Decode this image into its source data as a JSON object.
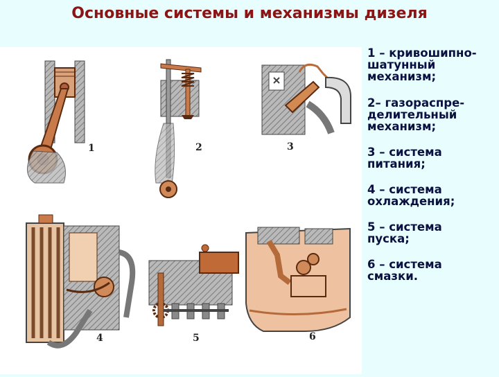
{
  "title": "Основные системы и механизмы дизеля",
  "figure_numbers": [
    "1",
    "2",
    "3",
    "4",
    "5",
    "6"
  ],
  "legend": [
    "1 – кривошипно-\nшатунный\nмеханизм;",
    "2– газораспре-\nделительный\nмеханизм;",
    "3 – система\nпитания;",
    "4 – система\nохлаждения;",
    "5 – система\nпуска;",
    "6 – система\nсмазки."
  ],
  "colors": {
    "title": "#8b1414",
    "background": "#e8fdfd",
    "panel": "#ffffff",
    "legend_text": "#0a1040",
    "metal": "#8a8a8a",
    "oil": "#c87a4a"
  }
}
